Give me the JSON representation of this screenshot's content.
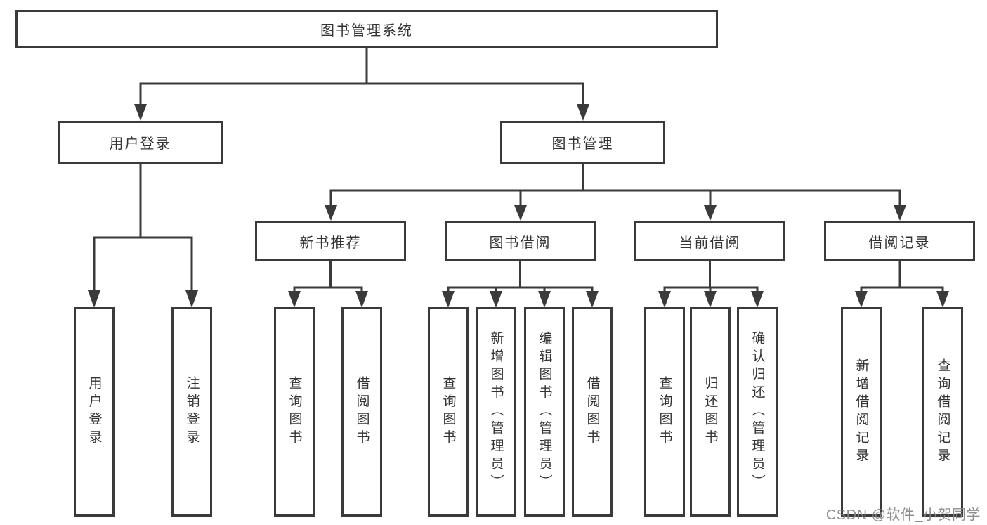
{
  "diagram": {
    "type": "hierarchy-tree",
    "colors": {
      "background": "#ffffff",
      "line": "#3a3a3a",
      "box_border": "#3a3a3a",
      "text": "#333333",
      "watermark": "#848484"
    },
    "tree": {
      "root": {
        "label": "图书管理系统",
        "children": [
          {
            "label": "用户登录",
            "children": [
              {
                "label": "用户登录"
              },
              {
                "label": "注销登录"
              }
            ]
          },
          {
            "label": "图书管理",
            "children": [
              {
                "label": "新书推荐",
                "children": [
                  {
                    "label": "查询图书"
                  },
                  {
                    "label": "借阅图书"
                  }
                ]
              },
              {
                "label": "图书借阅",
                "children": [
                  {
                    "label": "查询图书"
                  },
                  {
                    "label": "新增图书（管理员）"
                  },
                  {
                    "label": "编辑图书（管理员）"
                  },
                  {
                    "label": "借阅图书"
                  }
                ]
              },
              {
                "label": "当前借阅",
                "children": [
                  {
                    "label": "查询图书"
                  },
                  {
                    "label": "归还图书"
                  },
                  {
                    "label": "确认归还（管理员）"
                  }
                ]
              },
              {
                "label": "借阅记录",
                "children": [
                  {
                    "label": "新增借阅记录"
                  },
                  {
                    "label": "查询借阅记录"
                  }
                ]
              }
            ]
          }
        ]
      }
    },
    "watermark": {
      "text": "CSDN @软件_小贺同学"
    }
  }
}
